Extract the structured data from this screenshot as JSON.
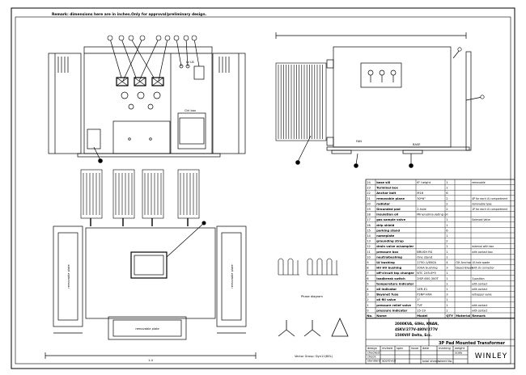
{
  "remark_top": "Remark: dimensions here are in inches.Only for approval/preliminary design.",
  "front_labels": {
    "lv_label": "LV LB",
    "ctrl_box": "Ctrl box"
  },
  "side_labels": {
    "fan_label": "FAN",
    "base_label": "BASE"
  },
  "plan_labels": {
    "left_plate": "removable plate",
    "right_plate": "removable plate",
    "bottom_plate": "removable plate",
    "dim_bottom": "1.4"
  },
  "diagram_labels": {
    "wiring_caption": "Phase diagram",
    "vector_caption": "Vector Group: Dyn11(BEL)"
  },
  "bom": {
    "headers": [
      "No.",
      "Name",
      "Model",
      "QTY",
      "Material",
      "Remark"
    ],
    "rows": [
      {
        "no": "24",
        "name": "base sill",
        "model": "6\" height",
        "qty": "1",
        "mat": "",
        "remark": "removable"
      },
      {
        "no": "23",
        "name": "Terminal box",
        "model": "",
        "qty": "1",
        "mat": "",
        "remark": ""
      },
      {
        "no": "22",
        "name": "Anchor bolt",
        "model": "M16",
        "qty": "6",
        "mat": "",
        "remark": ""
      },
      {
        "no": "21",
        "name": "removable plane",
        "model": "30*6\"",
        "qty": "2",
        "mat": "",
        "remark": "4P for each LV compartment"
      },
      {
        "no": "20",
        "name": "radiator",
        "model": "",
        "qty": "2",
        "mat": "",
        "remark": "removable type"
      },
      {
        "no": "19",
        "name": "Grounded pad",
        "model": "2-hole",
        "qty": "2",
        "mat": "",
        "remark": "1P for each LV compartment"
      },
      {
        "no": "18",
        "name": "insulation oil",
        "model": "Mineral/insulating oil",
        "qty": "",
        "mat": "",
        "remark": ""
      },
      {
        "no": "17",
        "name": "gas sample valve",
        "model": "",
        "qty": "1",
        "mat": "",
        "remark": "Solenoid Valve"
      },
      {
        "no": "16",
        "name": "drip shield",
        "model": "",
        "qty": "1",
        "mat": "",
        "remark": ""
      },
      {
        "no": "15",
        "name": "parking stand",
        "model": "",
        "qty": "6",
        "mat": "",
        "remark": ""
      },
      {
        "no": "14",
        "name": "nameplate",
        "model": "",
        "qty": "1",
        "mat": "",
        "remark": ""
      },
      {
        "no": "13",
        "name": "grounding strap",
        "model": "",
        "qty": "2",
        "mat": "",
        "remark": ""
      },
      {
        "no": "12",
        "name": "drain valve w/sampler",
        "model": "",
        "qty": "1",
        "mat": "",
        "remark": "external with box"
      },
      {
        "no": "11",
        "name": "pressure box",
        "model": "BRUSH RS",
        "qty": "1",
        "mat": "",
        "remark": "with contact box"
      },
      {
        "no": "10",
        "name": "neutralbushing",
        "model": "One stand",
        "qty": "1",
        "mat": "",
        "remark": ""
      },
      {
        "no": "9",
        "name": "LV bushing",
        "model": "1750-1/600A",
        "qty": "4",
        "mat": "OX Anchor",
        "remark": "10-hole spade"
      },
      {
        "no": "8",
        "name": "HV HV bushing",
        "model": "200A bushing",
        "qty": "3",
        "mat": "Dead Break",
        "remark": "with LV connector"
      },
      {
        "no": "7",
        "name": "off-circuit tap changer",
        "model": "NTC 2X5-6*5",
        "qty": "1",
        "mat": "",
        "remark": ""
      },
      {
        "no": "6",
        "name": "loadbreak switch",
        "model": "2ISP-600,300T",
        "qty": "1",
        "mat": "",
        "remark": "3-position"
      },
      {
        "no": "5",
        "name": "temperature indicator",
        "model": "",
        "qty": "1",
        "mat": "",
        "remark": "with contact"
      },
      {
        "no": "4",
        "name": "oil indicator",
        "model": "1ER-E1",
        "qty": "1",
        "mat": "",
        "remark": "with contact"
      },
      {
        "no": "3",
        "name": "Bayonet fuse",
        "model": "FSNP-HXA",
        "qty": "3",
        "mat": "",
        "remark": "w/trapper valve"
      },
      {
        "no": "2",
        "name": "oil fill valve",
        "model": "1\"",
        "qty": "1",
        "mat": "",
        "remark": ""
      },
      {
        "no": "1",
        "name": "pressure relief valve",
        "model": "TVF",
        "qty": "1",
        "mat": "",
        "remark": "with contact"
      },
      {
        "no": "0",
        "name": "pressure indicator",
        "model": "15-19",
        "qty": "1",
        "mat": "",
        "remark": "with contact"
      }
    ]
  },
  "title_block": {
    "specs": [
      "2000KVA, 60Hz, KNAN,",
      "4SKV/277V-480V/277V",
      "1500VIF Delta, Ecc."
    ],
    "title": "3P Pad Mounted Transformer",
    "brand": "WINLEY",
    "sign_rows": [
      "design",
      "checked",
      "check",
      "standard",
      "approved"
    ],
    "sign_cols": [
      "revised",
      "spec",
      "issue",
      "date"
    ],
    "labels": {
      "mark": "marking",
      "weight": "weight",
      "scale": "scale",
      "sheet": "total sheets",
      "page": "sheet No."
    }
  }
}
